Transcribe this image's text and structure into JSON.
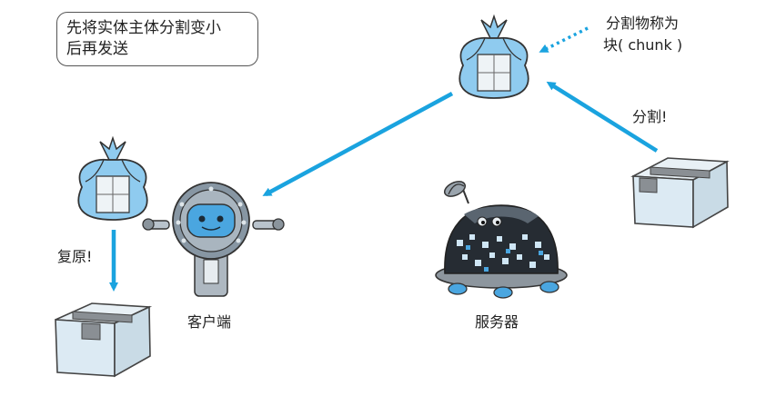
{
  "note": {
    "line1": "先将实体主体分割变小",
    "line2": "后再发送"
  },
  "labels": {
    "chunk_line1": "分割物称为",
    "chunk_line2": "块( chunk )",
    "split": "分割!",
    "restore": "复原!",
    "client": "客户端",
    "server": "服务器"
  },
  "colors": {
    "arrow": "#1aa3df",
    "bundle_blue": "#8fcbef",
    "box_face": "#dceaf3",
    "tape": "#8a8f94",
    "robot_blue": "#4aa6e0"
  }
}
